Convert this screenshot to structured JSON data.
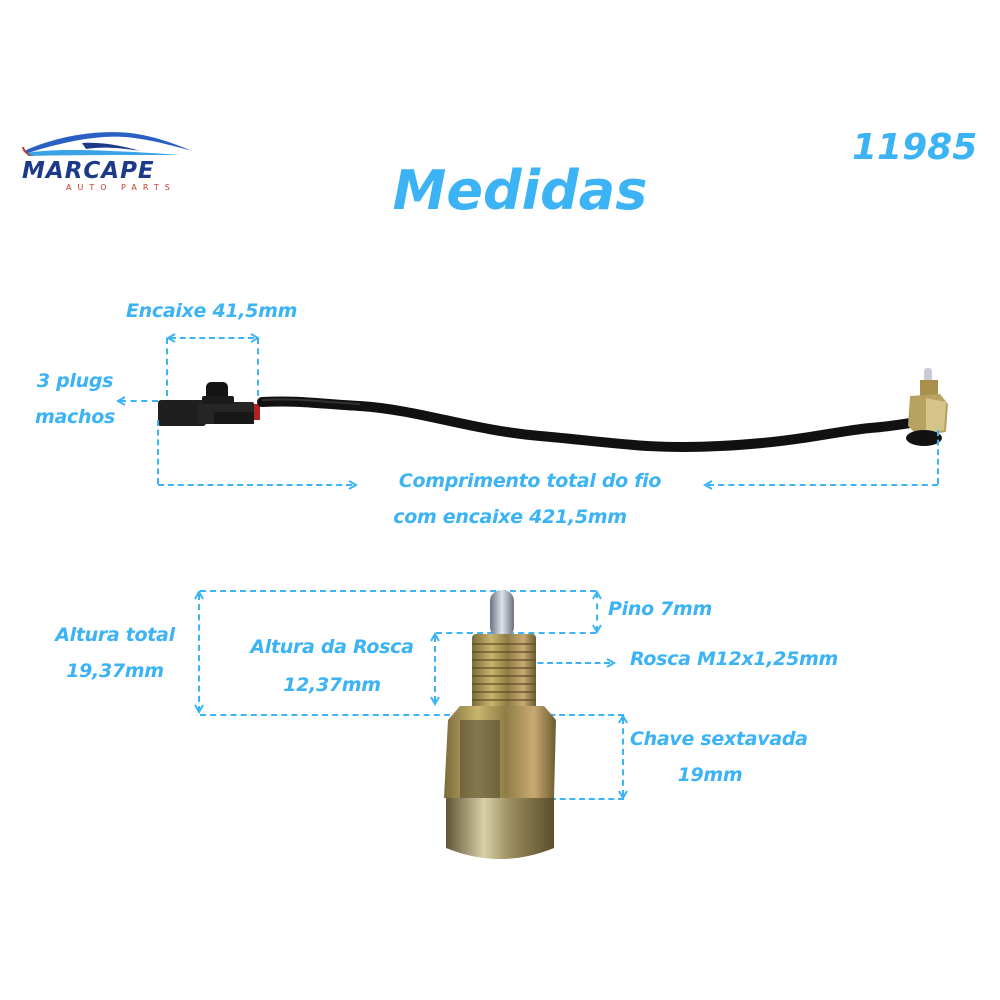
{
  "brand": {
    "name": "MARCAPE",
    "tagline": "AUTO PARTS",
    "colors": {
      "primary": "#1d3a8a",
      "accent": "#3bb3f5",
      "red": "#c0392b"
    }
  },
  "header": {
    "title": "Medidas",
    "part_number": "11985"
  },
  "colors": {
    "label": "#3bb3f5",
    "connector": "#1c1c1c",
    "wire": "#111111",
    "metal": "#b9a263"
  },
  "harness": {
    "encaixe_label": "Encaixe 41,5mm",
    "plugs_label_line1": "3 plugs",
    "plugs_label_line2": "machos",
    "length_label_line1": "Comprimento total do fio",
    "length_label_line2": "com encaixe 421,5mm"
  },
  "sensor": {
    "altura_total_line1": "Altura total",
    "altura_total_line2": "19,37mm",
    "altura_rosca_line1": "Altura da Rosca",
    "altura_rosca_line2": "12,37mm",
    "pino_label": "Pino 7mm",
    "rosca_label": "Rosca M12x1,25mm",
    "chave_line1": "Chave sextavada",
    "chave_line2": "19mm"
  },
  "icons": {
    "logo": "car-silhouette-icon",
    "arrow": "dashed-arrow-icon"
  }
}
